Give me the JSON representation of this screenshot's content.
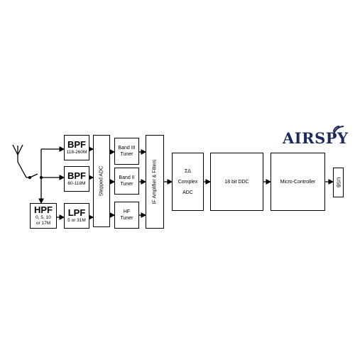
{
  "logo": {
    "text": "AIRSPY",
    "color": "#1a2a5e"
  },
  "blocks": {
    "bpf1": {
      "title": "BPF",
      "range": "118-260M"
    },
    "bpf2": {
      "title": "BPF",
      "range": "60-118M"
    },
    "hpf": {
      "title": "HPF",
      "range_line1": "0, 5, 10",
      "range_line2": "or 17M"
    },
    "lpf": {
      "title": "LPF",
      "range": "5 or 31M"
    },
    "stepped_adc": {
      "label": "Stepped ADC"
    },
    "tuner_band3": {
      "line1": "Band III",
      "line2": "Tuner"
    },
    "tuner_band2": {
      "line1": "Band II",
      "line2": "Tuner"
    },
    "tuner_hf": {
      "line1": "HF",
      "line2": "Tuner"
    },
    "if_amp": {
      "label": "IF Amplifier & Filters"
    },
    "complex_adc": {
      "symbol": "ΣΔ",
      "line1": "Complex",
      "line2": "ADC"
    },
    "ddc": {
      "label": "18 bit DDC"
    },
    "mcu": {
      "label": "Micro-Controller"
    },
    "usb": {
      "label": "USB"
    }
  }
}
